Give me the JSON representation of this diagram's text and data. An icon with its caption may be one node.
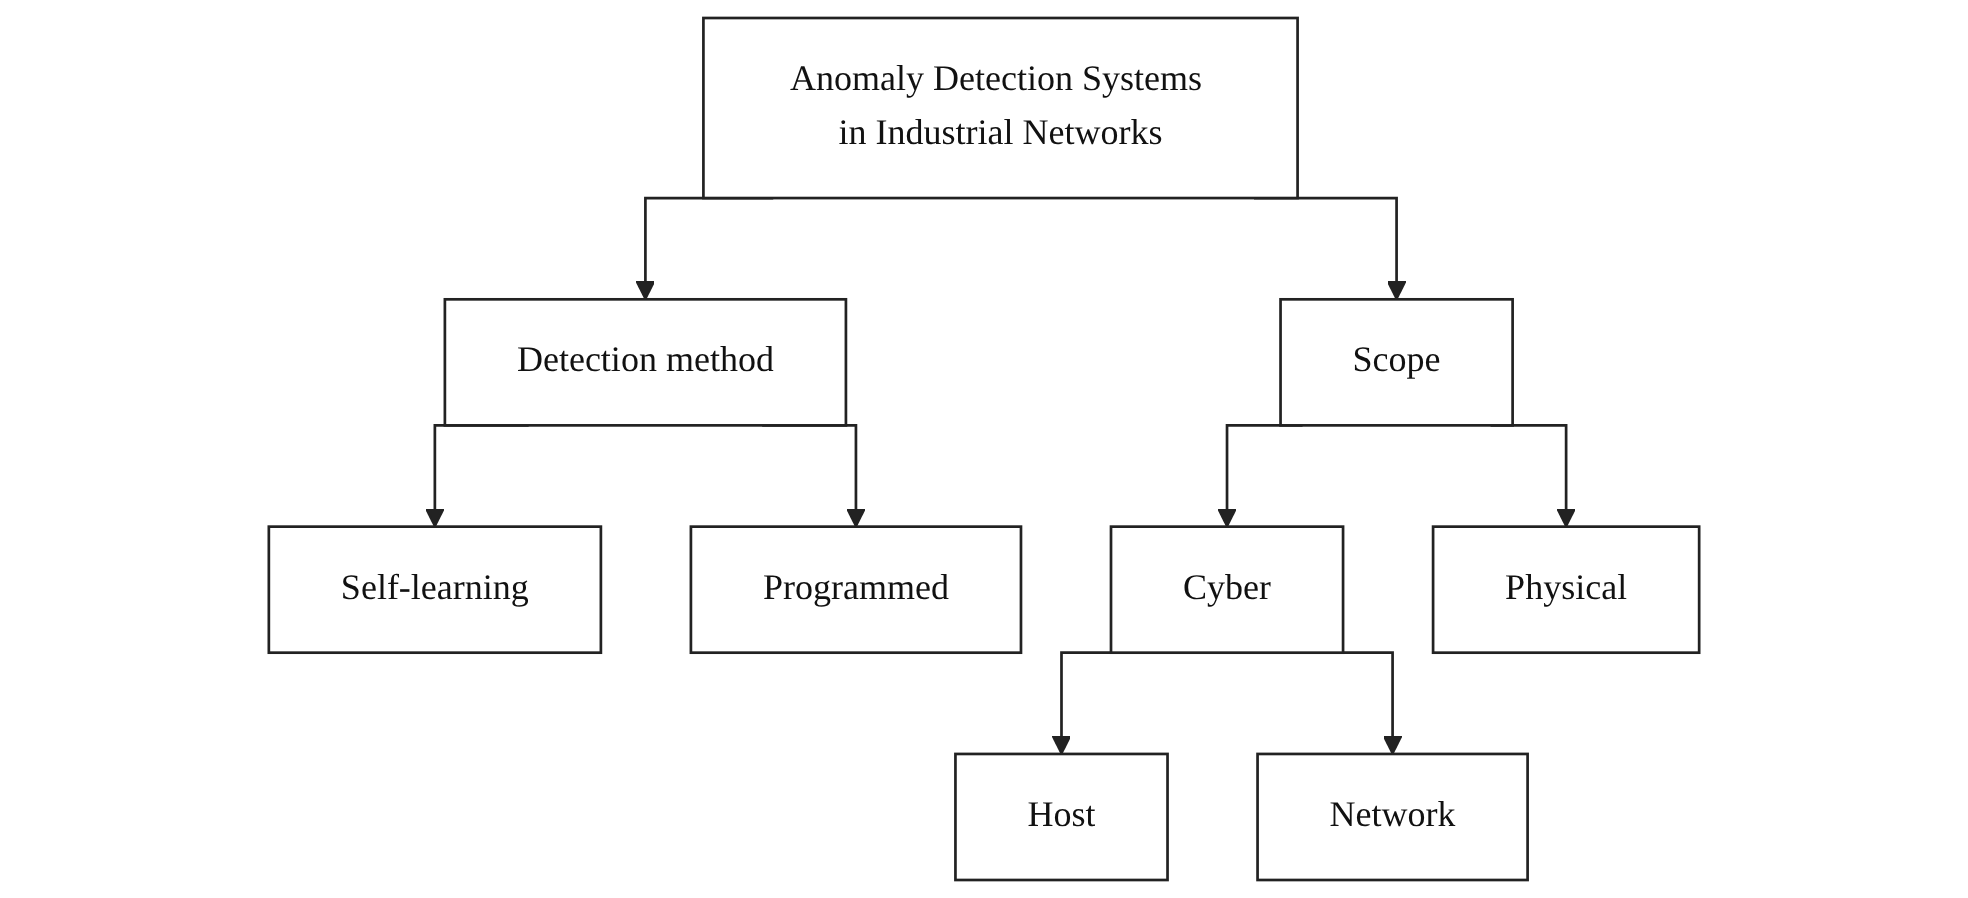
{
  "diagram": {
    "nodes": [
      {
        "text": [
          "Anomaly Detection Systems in Industrial Networks"
        ]
      },
      {
        "text": [
          "Detection method"
        ]
      },
      {
        "text": [
          "Scope"
        ]
      },
      {
        "text": [
          "Self-learning"
        ]
      },
      {
        "text": [
          "Programmed"
        ]
      },
      {
        "text": [
          "Cyber"
        ]
      },
      {
        "text": [
          "Physical"
        ]
      },
      {
        "text": [
          "Host"
        ]
      },
      {
        "text": [
          "Network"
        ]
      }
    ],
    "edges": [
      {
        "from": 0,
        "to": 1,
        "arrow": "to"
      },
      {
        "from": 0,
        "to": 2,
        "arrow": "to"
      },
      {
        "from": 1,
        "to": 3,
        "arrow": "to"
      },
      {
        "from": 1,
        "to": 4,
        "arrow": "to"
      },
      {
        "from": 2,
        "to": 5,
        "arrow": "to"
      },
      {
        "from": 2,
        "to": 6,
        "arrow": "to"
      },
      {
        "from": 5,
        "to": 7,
        "arrow": "to"
      },
      {
        "from": 5,
        "to": 8,
        "arrow": "to"
      }
    ]
  }
}
